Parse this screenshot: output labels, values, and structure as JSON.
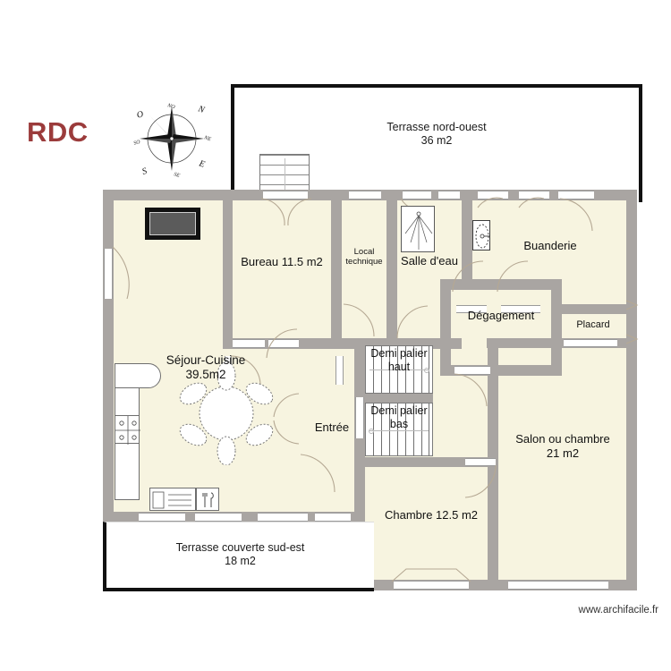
{
  "page": {
    "floor_label": "RDC",
    "floor_label_color": "#9b3b3b",
    "footer": "www.archifacile.fr",
    "background": "#ffffff",
    "wall_color": "#a9a5a2",
    "room_fill": "#f7f4e0",
    "terrace_border": "#111111"
  },
  "compass": {
    "name": "compass-rose",
    "north": "N",
    "south": "S",
    "east": "E",
    "west": "O",
    "north_east": "NE",
    "north_west": "NO",
    "south_east": "SE",
    "south_west": "SO"
  },
  "terraces": [
    {
      "name": "Terrasse nord-ouest",
      "label": "Terrasse nord-ouest\n36 m2",
      "area": "36 m2"
    },
    {
      "name": "Terrasse couverte sud-est",
      "label": "Terrasse couverte sud-est\n18 m2",
      "area": "18 m2"
    }
  ],
  "rooms": [
    {
      "key": "sejour",
      "label": "Séjour-Cuisine\n39.5m2",
      "area": "39.5 m2"
    },
    {
      "key": "bureau",
      "label": "Bureau 11.5 m2",
      "area": "11.5 m2"
    },
    {
      "key": "local",
      "label": "Local\ntechnique",
      "area": ""
    },
    {
      "key": "salle_eau",
      "label": "Salle d'eau",
      "area": ""
    },
    {
      "key": "buanderie",
      "label": "Buanderie",
      "area": ""
    },
    {
      "key": "degagement",
      "label": "Dégagement",
      "area": ""
    },
    {
      "key": "placard",
      "label": "Placard",
      "area": ""
    },
    {
      "key": "entree",
      "label": "Entrée",
      "area": ""
    },
    {
      "key": "chambre",
      "label": "Chambre 12.5 m2",
      "area": "12.5 m2"
    },
    {
      "key": "salon",
      "label": "Salon ou chambre\n21 m2",
      "area": "21 m2"
    }
  ],
  "stairs": [
    {
      "key": "palier_haut",
      "label": "Demi palier\nhaut"
    },
    {
      "key": "palier_bas",
      "label": "Demi palier\nbas"
    }
  ],
  "fixtures": [
    {
      "name": "fireplace",
      "room": "sejour"
    },
    {
      "name": "kitchen-counter",
      "room": "sejour"
    },
    {
      "name": "cooktop",
      "room": "sejour"
    },
    {
      "name": "sink",
      "room": "sejour"
    },
    {
      "name": "dining-table",
      "room": "sejour"
    },
    {
      "name": "shower",
      "room": "salle_eau"
    },
    {
      "name": "washbasin",
      "room": "salle_eau"
    }
  ]
}
